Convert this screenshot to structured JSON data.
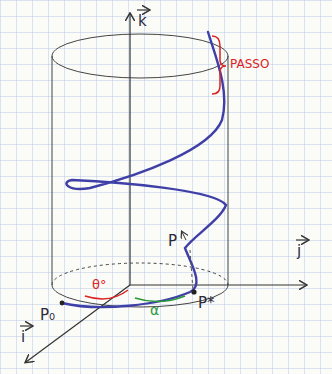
{
  "diagram": {
    "labels": [
      "k",
      "j",
      "i",
      "PASSO",
      "P",
      "P₀",
      "P*",
      "θ°",
      "α"
    ]
  }
}
